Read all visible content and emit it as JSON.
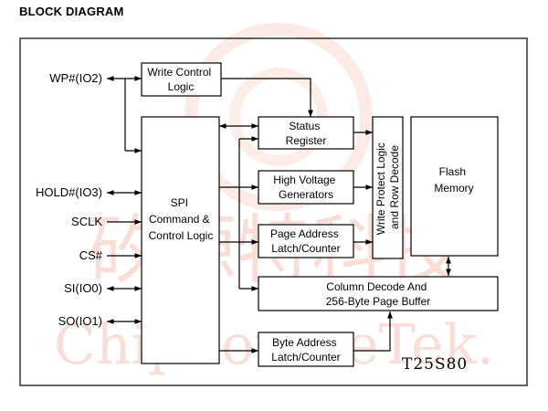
{
  "heading": "BLOCK DIAGRAM",
  "pins": {
    "wp": "WP#(IO2)",
    "hold": "HOLD#(IO3)",
    "sclk": "SCLK",
    "cs": "CS#",
    "si": "SI(IO0)",
    "so": "SO(IO1)"
  },
  "blocks": {
    "write_control": [
      "Write Control",
      "Logic"
    ],
    "spi": [
      "SPI",
      "Command &",
      "Control Logic"
    ],
    "status": [
      "Status",
      "Register"
    ],
    "high_voltage": [
      "High Voltage",
      "Generators"
    ],
    "page_address": [
      "Page Address",
      "Latch/Counter"
    ],
    "byte_address": [
      "Byte Address",
      "Latch/Counter"
    ],
    "write_protect": [
      "Write Protect Logic",
      "and Row Decode"
    ],
    "flash": [
      "Flash",
      "Memory"
    ],
    "column_decode": [
      "Column Decode And",
      "256-Byte Page Buffer"
    ]
  },
  "part_number": "T25S80",
  "watermark": {
    "chinese": "矽源特科技",
    "latin": "ChipSourceTek."
  }
}
